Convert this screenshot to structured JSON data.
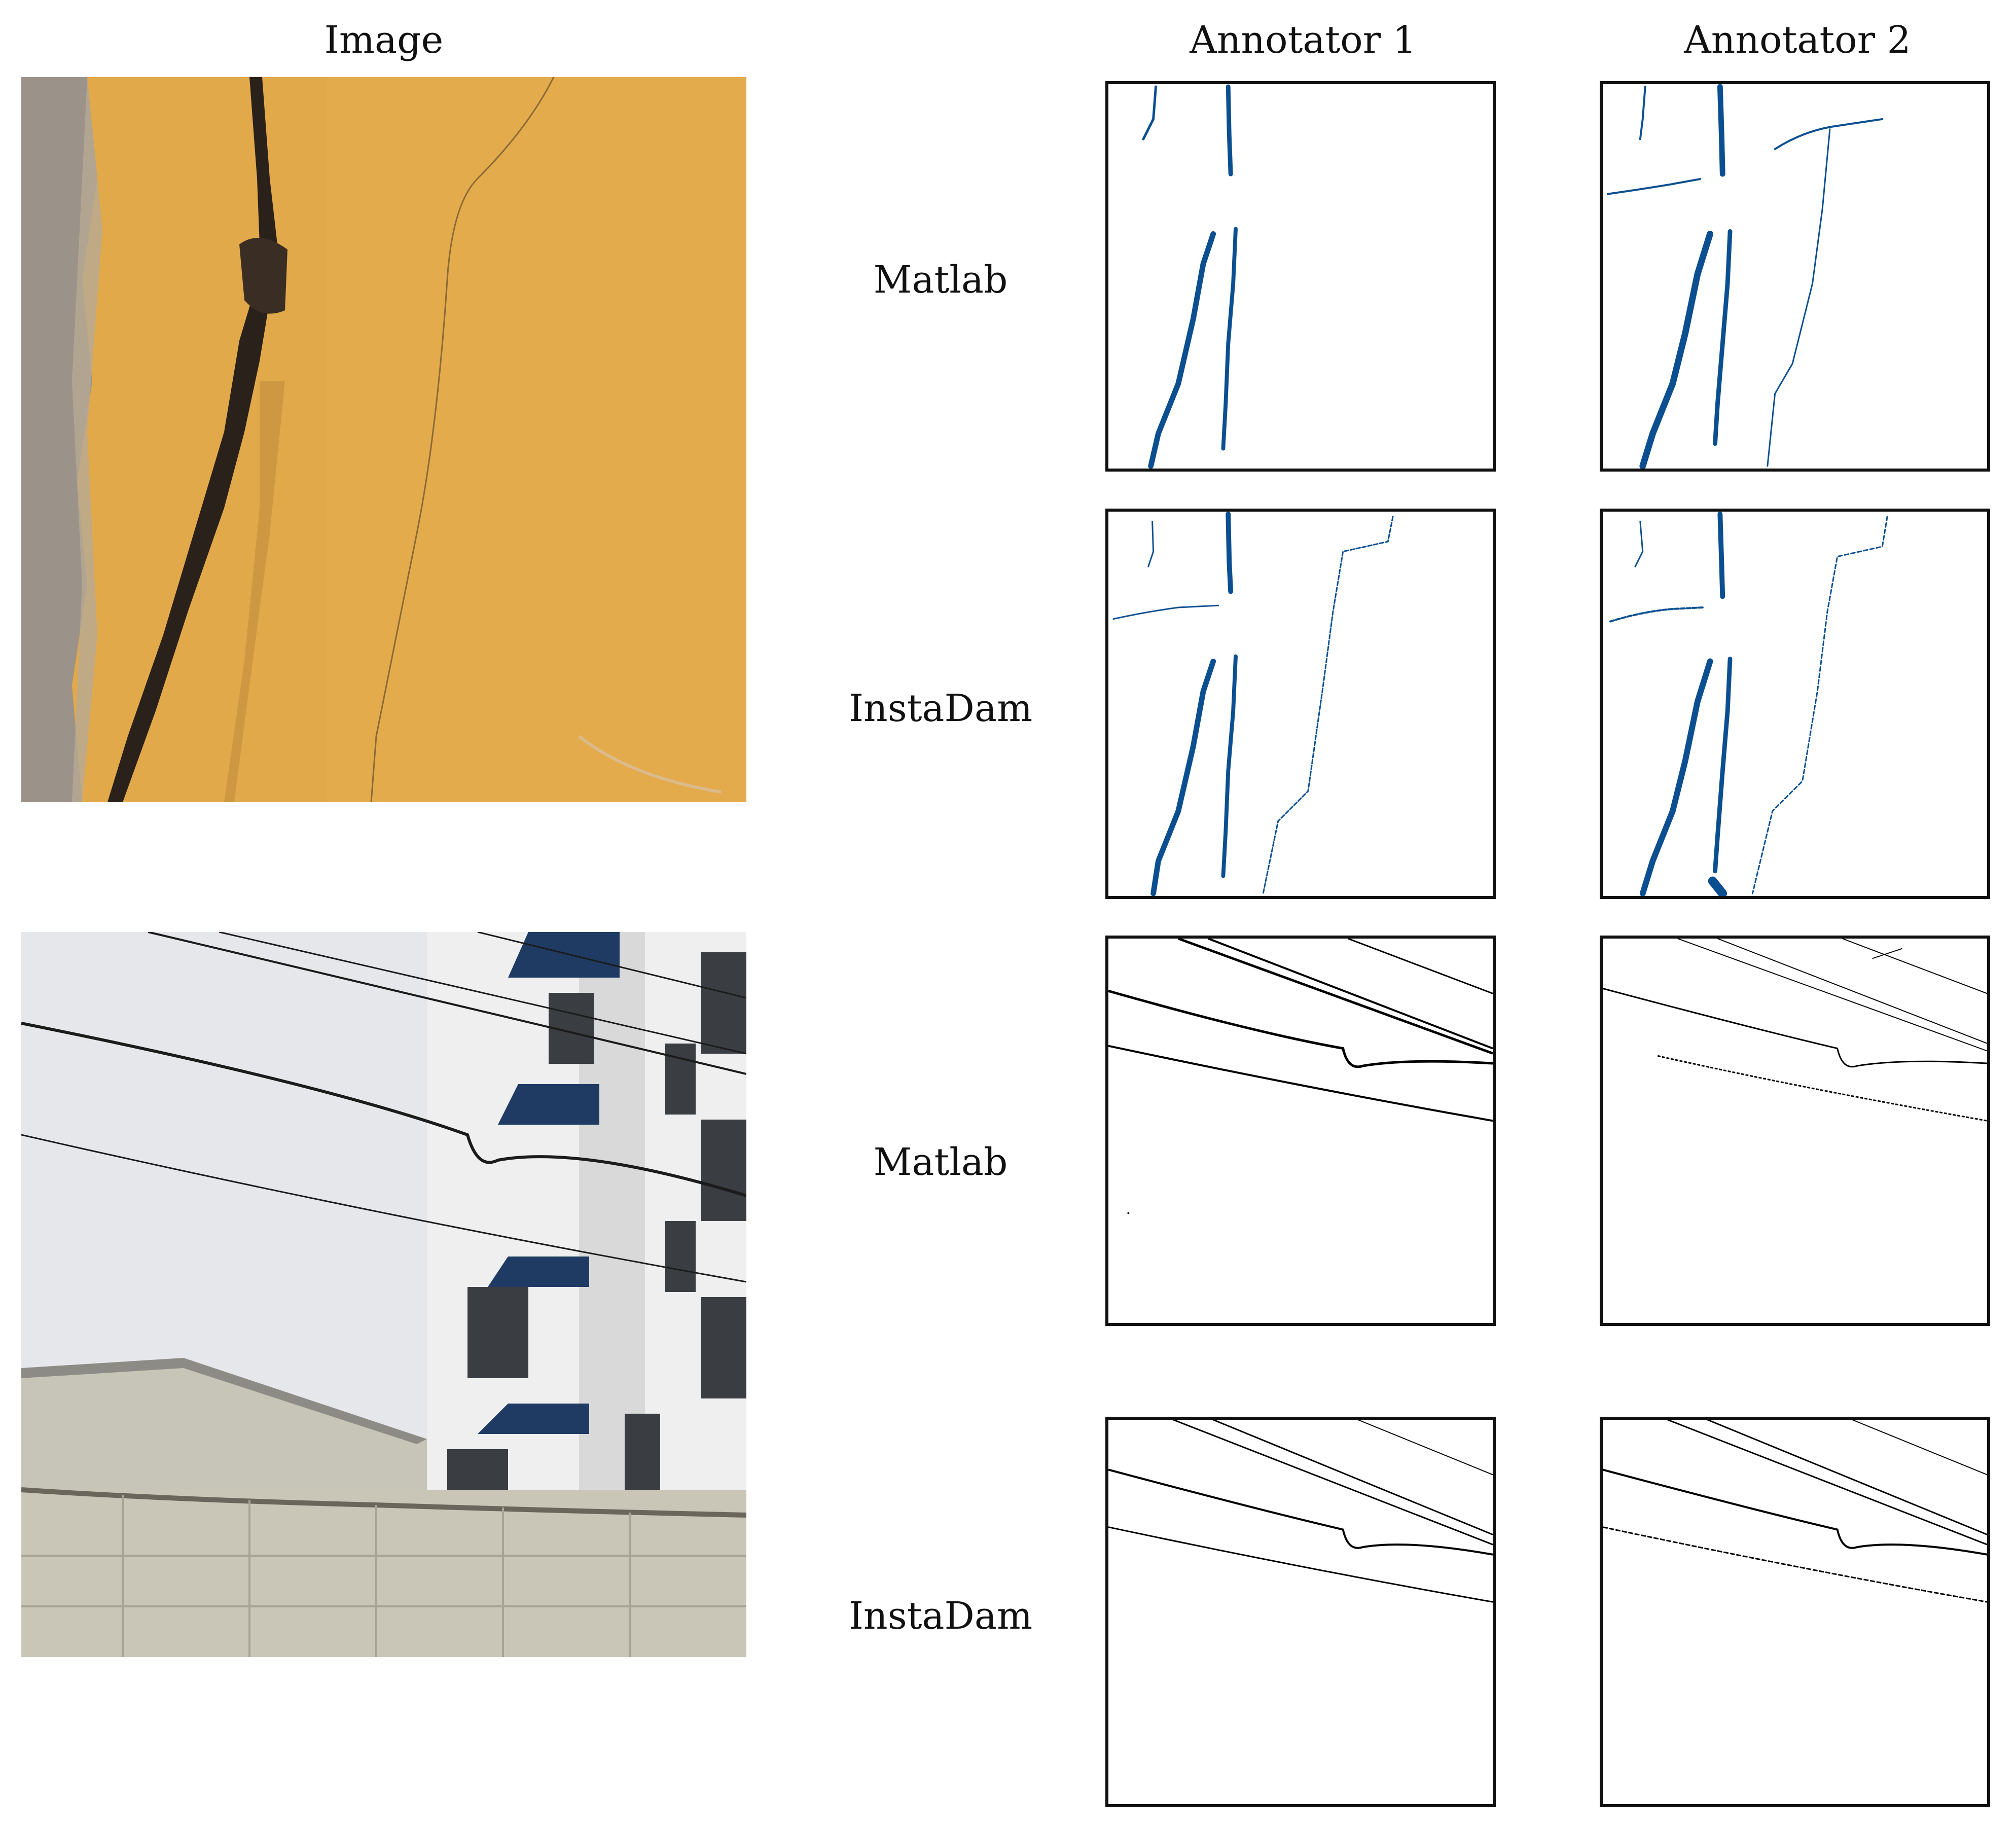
{
  "headers": {
    "image": "Image",
    "annotator1": "Annotator 1",
    "annotator2": "Annotator 2"
  },
  "rows": [
    {
      "label": "Matlab"
    },
    {
      "label": "InstaDam"
    },
    {
      "label": "Matlab"
    },
    {
      "label": "InstaDam"
    }
  ],
  "colors": {
    "crack_mask": "#0b4f91",
    "wire_mask": "#000000",
    "wall": "#e0a94a",
    "sky": "#e6e7eb"
  }
}
